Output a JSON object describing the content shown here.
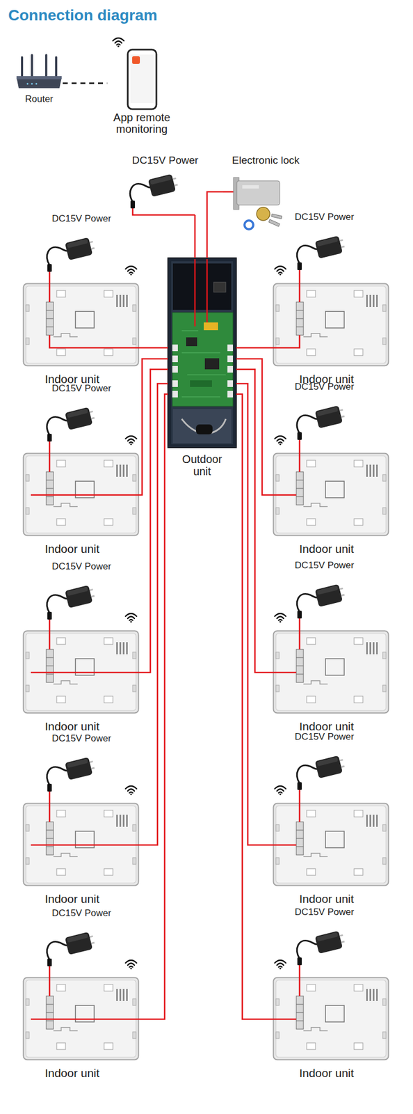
{
  "diagram": {
    "title": "Connection diagram",
    "nodes": [
      {
        "text": [
          "Router"
        ]
      },
      {
        "text": [
          "App remote monitoring"
        ]
      },
      {
        "text": [
          "DC15V Power"
        ]
      },
      {
        "text": [
          "Electronic lock"
        ]
      },
      {
        "text": [
          "Outdoor unit"
        ]
      },
      {
        "text": [
          "DC15V Power"
        ]
      },
      {
        "text": [
          "Indoor unit"
        ]
      },
      {
        "text": [
          "DC15V Power"
        ]
      },
      {
        "text": [
          "Indoor unit"
        ]
      },
      {
        "text": [
          "DC15V Power"
        ]
      },
      {
        "text": [
          "Indoor unit"
        ]
      },
      {
        "text": [
          "DC15V Power"
        ]
      },
      {
        "text": [
          "Indoor unit"
        ]
      },
      {
        "text": [
          "DC15V Power"
        ]
      },
      {
        "text": [
          "Indoor unit"
        ]
      },
      {
        "text": [
          "DC15V Power"
        ]
      },
      {
        "text": [
          "Indoor unit"
        ]
      },
      {
        "text": [
          "DC15V Power"
        ]
      },
      {
        "text": [
          "Indoor unit"
        ]
      },
      {
        "text": [
          "DC15V Power"
        ]
      },
      {
        "text": [
          "Indoor unit"
        ]
      },
      {
        "text": [
          "DC15V Power"
        ]
      },
      {
        "text": [
          "Indoor unit"
        ]
      },
      {
        "text": [
          "DC15V Power"
        ]
      },
      {
        "text": [
          "Indoor unit"
        ]
      }
    ],
    "edges": [
      {
        "from": 0,
        "to": 1,
        "arrow": "none"
      },
      {
        "from": 2,
        "to": 4,
        "arrow": "none"
      },
      {
        "from": 3,
        "to": 4,
        "arrow": "none"
      },
      {
        "from": 5,
        "to": 6,
        "arrow": "none"
      },
      {
        "from": 4,
        "to": 6,
        "arrow": "none"
      },
      {
        "from": 7,
        "to": 8,
        "arrow": "none"
      },
      {
        "from": 4,
        "to": 8,
        "arrow": "none"
      },
      {
        "from": 9,
        "to": 10,
        "arrow": "none"
      },
      {
        "from": 4,
        "to": 10,
        "arrow": "none"
      },
      {
        "from": 11,
        "to": 12,
        "arrow": "none"
      },
      {
        "from": 4,
        "to": 12,
        "arrow": "none"
      },
      {
        "from": 13,
        "to": 14,
        "arrow": "none"
      },
      {
        "from": 4,
        "to": 14,
        "arrow": "none"
      },
      {
        "from": 15,
        "to": 16,
        "arrow": "none"
      },
      {
        "from": 4,
        "to": 16,
        "arrow": "none"
      },
      {
        "from": 17,
        "to": 18,
        "arrow": "none"
      },
      {
        "from": 4,
        "to": 18,
        "arrow": "none"
      },
      {
        "from": 19,
        "to": 20,
        "arrow": "none"
      },
      {
        "from": 4,
        "to": 20,
        "arrow": "none"
      },
      {
        "from": 21,
        "to": 22,
        "arrow": "none"
      },
      {
        "from": 4,
        "to": 22,
        "arrow": "none"
      },
      {
        "from": 23,
        "to": 24,
        "arrow": "none"
      },
      {
        "from": 4,
        "to": 24,
        "arrow": "none"
      }
    ]
  }
}
